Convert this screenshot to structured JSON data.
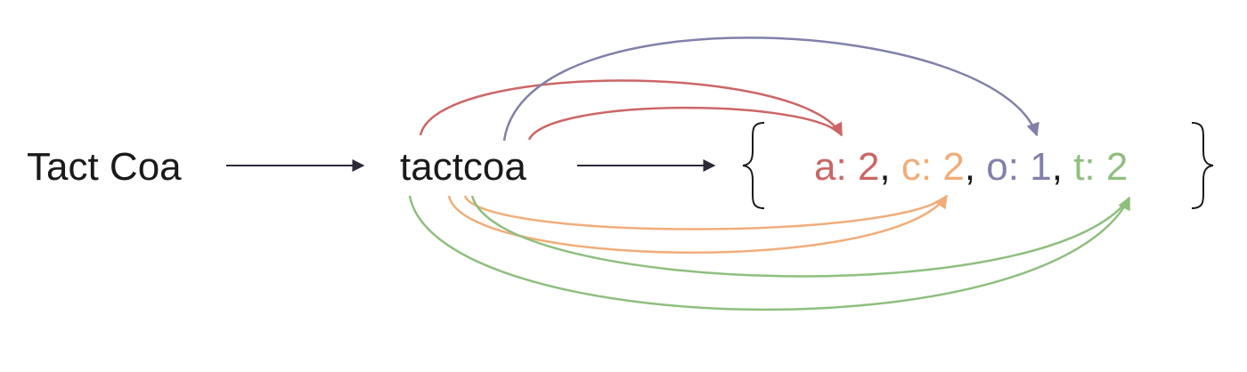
{
  "input_text": "Tact Coa",
  "normalized_text": "tactcoa",
  "counts": [
    {
      "letter": "a",
      "count": "2",
      "color": "#cc6666"
    },
    {
      "letter": "c",
      "count": "2",
      "color": "#f0ad7a"
    },
    {
      "letter": "o",
      "count": "1",
      "color": "#8080aa"
    },
    {
      "letter": "t",
      "count": "2",
      "color": "#8fbf7f"
    }
  ],
  "separator": ",",
  "open_brace": "{",
  "close_brace": "}",
  "colors": {
    "text": "#1a1a1a",
    "arrow": "#2a2a3a",
    "comma": "#1a1a1a"
  }
}
